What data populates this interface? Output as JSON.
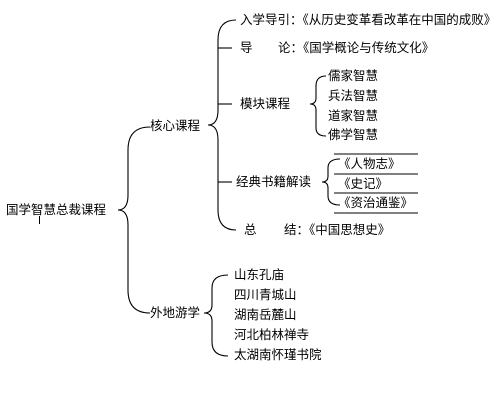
{
  "root": "国学智慧总裁课程",
  "core": {
    "label": "核心课程",
    "intro": "入学导引：《从历史变革看改革在中国的成败》",
    "guide_head": "导",
    "guide_tail": "论：《国学概论与传统文化》",
    "modules": {
      "label": "模块课程",
      "items": [
        "儒家智慧",
        "兵法智慧",
        "道家智慧",
        "佛学智慧"
      ]
    },
    "classics": {
      "label": "经典书籍解读",
      "items": [
        "《人物志》",
        "《史记》",
        "《资治通鉴》"
      ]
    },
    "summary_head": "总",
    "summary_tail": "结：《中国思想史》"
  },
  "travel": {
    "label": "外地游学",
    "items": [
      "山东孔庙",
      "四川青城山",
      "湖南岳麓山",
      "河北柏林禅寺",
      "太湖南怀瑾书院"
    ]
  }
}
